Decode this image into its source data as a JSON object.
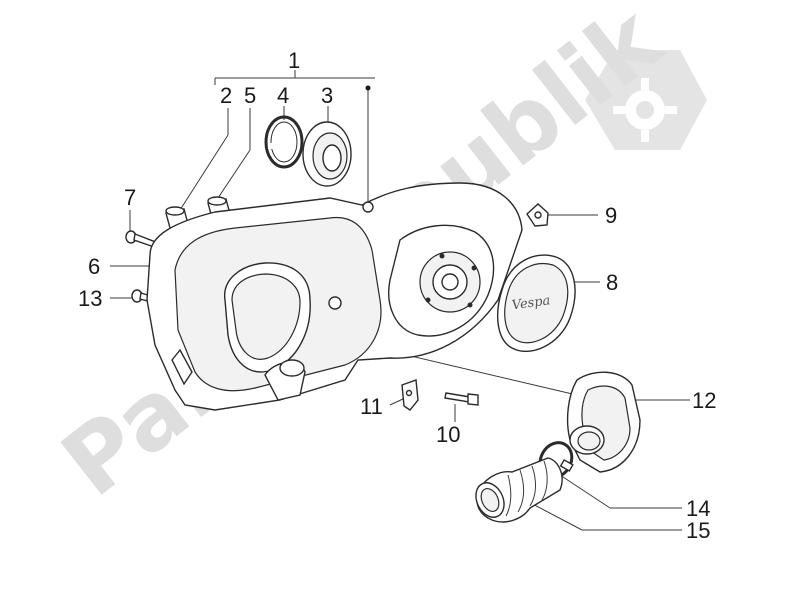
{
  "watermark": {
    "text": "PartsRepublik",
    "icon": "gear-icon"
  },
  "logo_text": "Vespa",
  "callouts": [
    {
      "id": "c1",
      "label": "1"
    },
    {
      "id": "c2",
      "label": "2"
    },
    {
      "id": "c3",
      "label": "3"
    },
    {
      "id": "c4",
      "label": "4"
    },
    {
      "id": "c5",
      "label": "5"
    },
    {
      "id": "c6",
      "label": "6"
    },
    {
      "id": "c7",
      "label": "7"
    },
    {
      "id": "c8",
      "label": "8"
    },
    {
      "id": "c9",
      "label": "9"
    },
    {
      "id": "c10",
      "label": "10"
    },
    {
      "id": "c11",
      "label": "11"
    },
    {
      "id": "c12",
      "label": "12"
    },
    {
      "id": "c13",
      "label": "13"
    },
    {
      "id": "c14",
      "label": "14"
    },
    {
      "id": "c15",
      "label": "15"
    }
  ]
}
